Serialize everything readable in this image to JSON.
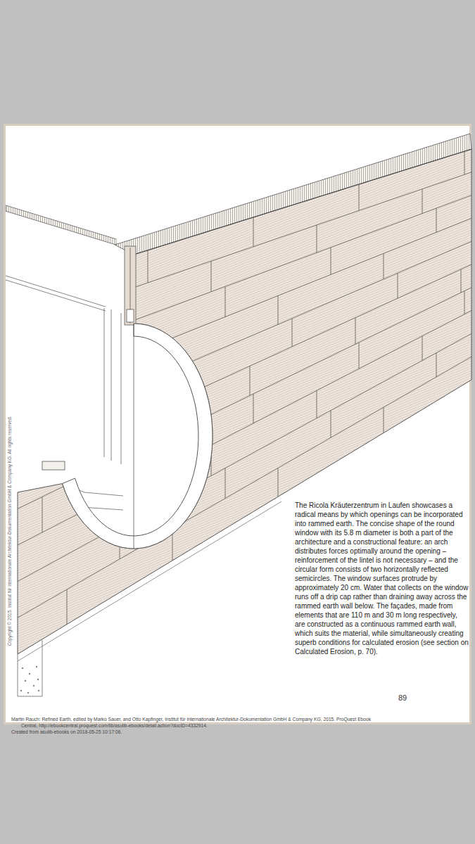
{
  "diagram": {
    "labels": [
      "The Ricola Kräuterzentrum in Laufen showcases a radical means by which openings can be incorporated into rammed earth. The concise shape of the round window with its 5.8 m diameter is both a part of the architecture and a constructional feature: an arch distributes forces optimally around the opening – reinforcement of the lintel is not necessary – and the circular form consists of two horizontally reflected semicircles. The window surfaces protrude by approximately 20 cm. Water that collects on the window runs off a drip cap rather than draining away across the rammed earth wall below. The façades, made from elements that are 110 m and 30 m long respectively, are constructed as a continuous rammed earth wall, which suits the material, while simultaneously creating superb conditions for calculated erosion (see section on Calculated Erosion, p. 70).",
      "89",
      "Martin Rauch: Refined Earth, edited by Marko Sauer, and Otto Kapfinger, Institut für internationale Architektur-Dokumentation GmbH & Company KG, 2015. ProQuest Ebook Central, http://ebookcentral.proquest.com/lib/asulib-ebooks/detail.action?docID=4332914.",
      "Created from asulib-ebooks on 2018-05-25 10:17:06.",
      "Copyright © 2015. Institut für internationale Architektur-Dokumentation GmbH & Company KG. All rights reserved."
    ]
  }
}
